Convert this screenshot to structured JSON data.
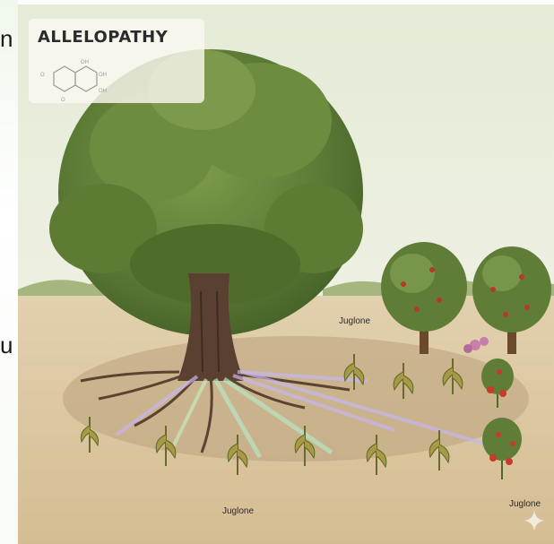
{
  "edge_glyphs": {
    "top": "n",
    "bottom": "u"
  },
  "badge": {
    "title": "ALLELOPATHY"
  },
  "molecule": {
    "oh_top": "OH",
    "oh_right": "OH",
    "oh_lower": "OH",
    "o_left": "O",
    "o_lower": "O"
  },
  "labels": {
    "juglone_top": "Juglone",
    "juglone_bottom": "Juglone",
    "juglone_right": "Juglone"
  },
  "icons": [
    "sparkle-icon"
  ]
}
